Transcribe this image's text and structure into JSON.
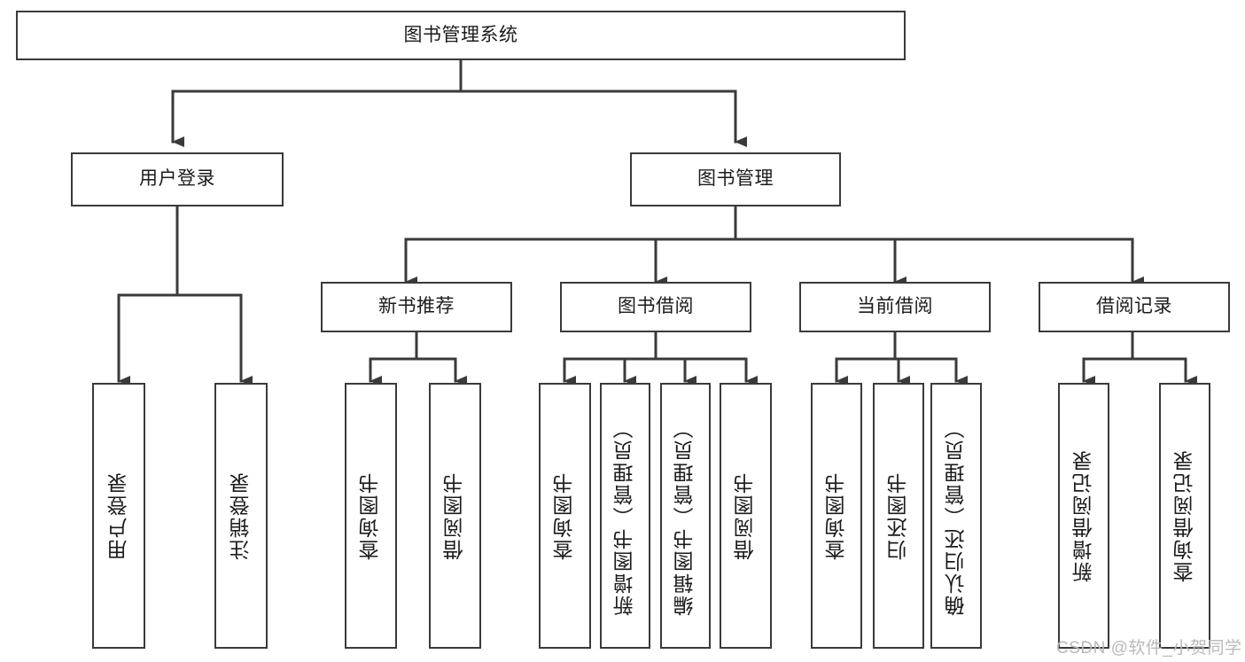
{
  "diagram": {
    "title": "图书管理系统",
    "type": "tree",
    "watermark": "CSDN @软件_小贺同学",
    "colors": {
      "box_border": "#3a3a3a",
      "box_fill": "#ffffff",
      "connector": "#3a3a3a",
      "text": "#1b1b1b",
      "watermark": "#b9b9b9"
    },
    "nodes": {
      "root": {
        "label": "图书管理系统"
      },
      "level1": [
        {
          "label": "用户登录"
        },
        {
          "label": "图书管理"
        }
      ],
      "level2": [
        {
          "label": "新书推荐"
        },
        {
          "label": "图书借阅"
        },
        {
          "label": "当前借阅"
        },
        {
          "label": "借阅记录"
        }
      ],
      "leaves": {
        "user_login": [
          {
            "label": "用户登录"
          },
          {
            "label": "注销登录"
          }
        ],
        "new_book_recommend": [
          {
            "label": "查询图书"
          },
          {
            "label": "借阅图书"
          }
        ],
        "book_borrow": [
          {
            "label": "查询图书"
          },
          {
            "label": "新增图书（管理员）"
          },
          {
            "label": "编辑图书（管理员）"
          },
          {
            "label": "借阅图书"
          }
        ],
        "current_borrow": [
          {
            "label": "查询图书"
          },
          {
            "label": "归还图书"
          },
          {
            "label": "确认归还（管理员）"
          }
        ],
        "borrow_record": [
          {
            "label": "新增借阅记录"
          },
          {
            "label": "查询借阅记录"
          }
        ]
      }
    }
  }
}
